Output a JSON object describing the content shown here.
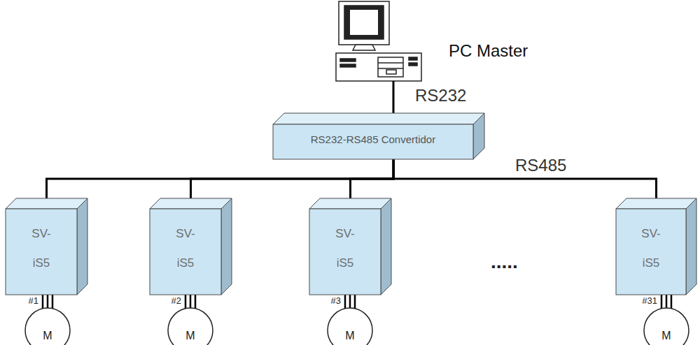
{
  "diagram": {
    "nodes": [
      {
        "text": [
          "RS232-RS485 Convertidor"
        ]
      },
      {
        "text": [
          "SV-",
          "iS5"
        ]
      },
      {
        "text": [
          "SV-",
          "iS5"
        ]
      },
      {
        "text": [
          "SV-",
          "iS5"
        ]
      },
      {
        "text": [
          "SV-",
          "iS5"
        ]
      },
      {
        "text": [
          "M"
        ]
      },
      {
        "text": [
          "M"
        ]
      },
      {
        "text": [
          "M"
        ]
      },
      {
        "text": [
          "M"
        ]
      }
    ],
    "edges": [
      {
        "from": 0,
        "to": 1,
        "arrow": "none"
      },
      {
        "from": 0,
        "to": 2,
        "arrow": "none"
      },
      {
        "from": 0,
        "to": 3,
        "arrow": "none"
      },
      {
        "from": 0,
        "to": 4,
        "arrow": "none"
      },
      {
        "from": 1,
        "to": 5,
        "arrow": "none"
      },
      {
        "from": 2,
        "to": 6,
        "arrow": "none"
      },
      {
        "from": 3,
        "to": 7,
        "arrow": "none"
      },
      {
        "from": 4,
        "to": 8,
        "arrow": "none"
      }
    ],
    "labels": [
      "PC Master",
      "RS232",
      "RS485",
      "#1",
      "#2",
      "#3",
      "#31",
      "....."
    ]
  }
}
